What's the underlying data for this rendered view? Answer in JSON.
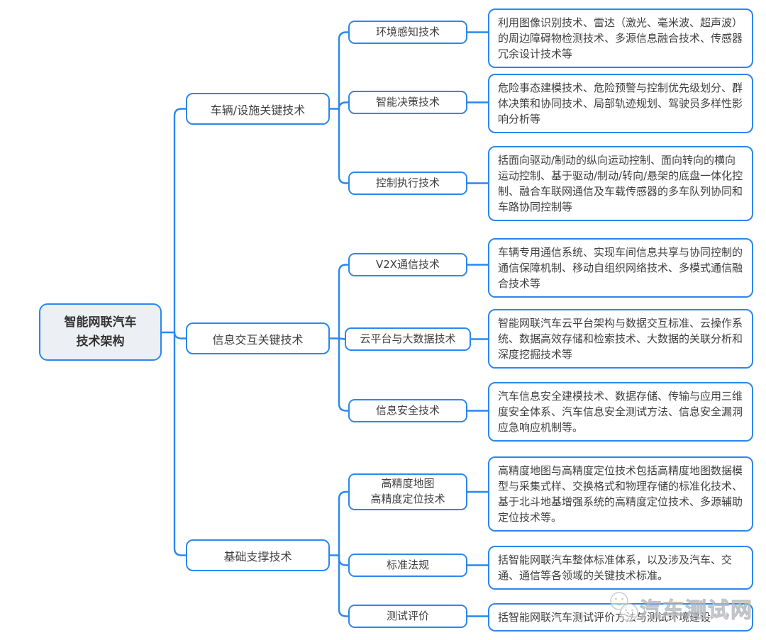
{
  "root": {
    "label": "智能网联汽车\n技术架构"
  },
  "branches": [
    {
      "label": "车辆/设施关键技术",
      "children": [
        {
          "label": "环境感知技术",
          "desc": "利用图像识别技术、雷达（激光、毫米波、超声波）的周边障碍物检测技术、多源信息融合技术、传感器冗余设计技术等"
        },
        {
          "label": "智能决策技术",
          "desc": "危险事态建模技术、危险预警与控制优先级划分、群体决策和协同技术、局部轨迹规划、驾驶员多样性影响分析等"
        },
        {
          "label": "控制执行技术",
          "desc": "括面向驱动/制动的纵向运动控制、面向转向的横向运动控制、基于驱动/制动/转向/悬架的底盘一体化控制、融合车联网通信及车载传感器的多车队列协同和车路协同控制等"
        }
      ]
    },
    {
      "label": "信息交互关键技术",
      "children": [
        {
          "label": "V2X通信技术",
          "desc": "车辆专用通信系统、实现车间信息共享与协同控制的通信保障机制、移动自组织网络技术、多模式通信融合技术等"
        },
        {
          "label": "云平台与大数据技术",
          "desc": "智能网联汽车云平台架构与数据交互标准、云操作系统、数据高效存储和检索技术、大数据的关联分析和深度挖掘技术等"
        },
        {
          "label": "信息安全技术",
          "desc": "汽车信息安全建模技术、数据存储、传输与应用三维度安全体系、汽车信息安全测试方法、信息安全漏洞应急响应机制等。"
        }
      ]
    },
    {
      "label": "基础支撑技术",
      "children": [
        {
          "label": "高精度地图\n高精度定位技术",
          "desc": "高精度地图与高精度定位技术包括高精度地图数据模型与采集式样、交换格式和物理存储的标准化技术、基于北斗地基增强系统的高精度定位技术、多源辅助定位技术等。"
        },
        {
          "label": "标准法规",
          "desc": "括智能网联汽车整体标准体系，以及涉及汽车、交通、通信等各领域的关键技术标准。"
        },
        {
          "label": "测试评价",
          "desc": "括智能网联汽车测试评价方法与测试环境建设"
        }
      ]
    }
  ],
  "watermark": {
    "label": "汽车测试网",
    "icon": "smiley-faces"
  },
  "colors": {
    "line": "#2b87ef",
    "node_border": "#2b87ef",
    "root_fill": "#eceff3",
    "text": "#3f3f3f"
  }
}
